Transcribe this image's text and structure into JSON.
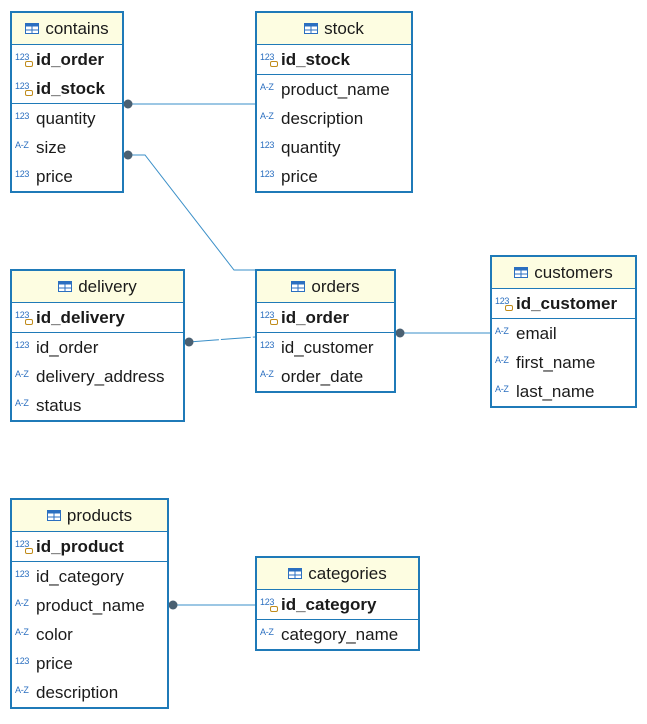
{
  "colors": {
    "border": "#1f7ab8",
    "header_bg": "#fdfde1",
    "connector": "#3a8fc8",
    "dot": "#4a6072"
  },
  "tables": {
    "contains": {
      "name": "contains",
      "sections": [
        [
          {
            "name": "id_order",
            "type": "123",
            "key": true
          },
          {
            "name": "id_stock",
            "type": "123",
            "key": true
          }
        ],
        [
          {
            "name": "quantity",
            "type": "123"
          },
          {
            "name": "size",
            "type": "A-Z"
          },
          {
            "name": "price",
            "type": "123"
          }
        ]
      ]
    },
    "stock": {
      "name": "stock",
      "sections": [
        [
          {
            "name": "id_stock",
            "type": "123",
            "key": true
          }
        ],
        [
          {
            "name": "product_name",
            "type": "A-Z"
          },
          {
            "name": "description",
            "type": "A-Z"
          },
          {
            "name": "quantity",
            "type": "123"
          },
          {
            "name": "price",
            "type": "123"
          }
        ]
      ]
    },
    "delivery": {
      "name": "delivery",
      "sections": [
        [
          {
            "name": "id_delivery",
            "type": "123",
            "key": true
          }
        ],
        [
          {
            "name": "id_order",
            "type": "123"
          },
          {
            "name": "delivery_address",
            "type": "A-Z"
          },
          {
            "name": "status",
            "type": "A-Z"
          }
        ]
      ]
    },
    "orders": {
      "name": "orders",
      "sections": [
        [
          {
            "name": "id_order",
            "type": "123",
            "key": true
          }
        ],
        [
          {
            "name": "id_customer",
            "type": "123"
          },
          {
            "name": "order_date",
            "type": "A-Z"
          }
        ]
      ]
    },
    "customers": {
      "name": "customers",
      "sections": [
        [
          {
            "name": "id_customer",
            "type": "123",
            "key": true
          }
        ],
        [
          {
            "name": "email",
            "type": "A-Z"
          },
          {
            "name": "first_name",
            "type": "A-Z"
          },
          {
            "name": "last_name",
            "type": "A-Z"
          }
        ]
      ]
    },
    "products": {
      "name": "products",
      "sections": [
        [
          {
            "name": "id_product",
            "type": "123",
            "key": true
          }
        ],
        [
          {
            "name": "id_category",
            "type": "123"
          },
          {
            "name": "product_name",
            "type": "A-Z"
          },
          {
            "name": "color",
            "type": "A-Z"
          },
          {
            "name": "price",
            "type": "123"
          },
          {
            "name": "description",
            "type": "A-Z"
          }
        ]
      ]
    },
    "categories": {
      "name": "categories",
      "sections": [
        [
          {
            "name": "id_category",
            "type": "123",
            "key": true
          }
        ],
        [
          {
            "name": "category_name",
            "type": "A-Z"
          }
        ]
      ]
    }
  },
  "relations": [
    {
      "from": "contains",
      "from_column": "id_stock",
      "to": "stock"
    },
    {
      "from": "contains",
      "from_column": "size",
      "to": "orders"
    },
    {
      "from": "delivery",
      "from_column": "id_order",
      "to": "orders"
    },
    {
      "from": "orders",
      "from_column": "id_order",
      "to": "customers"
    },
    {
      "from": "products",
      "from_column": "id_category",
      "to": "categories"
    }
  ]
}
